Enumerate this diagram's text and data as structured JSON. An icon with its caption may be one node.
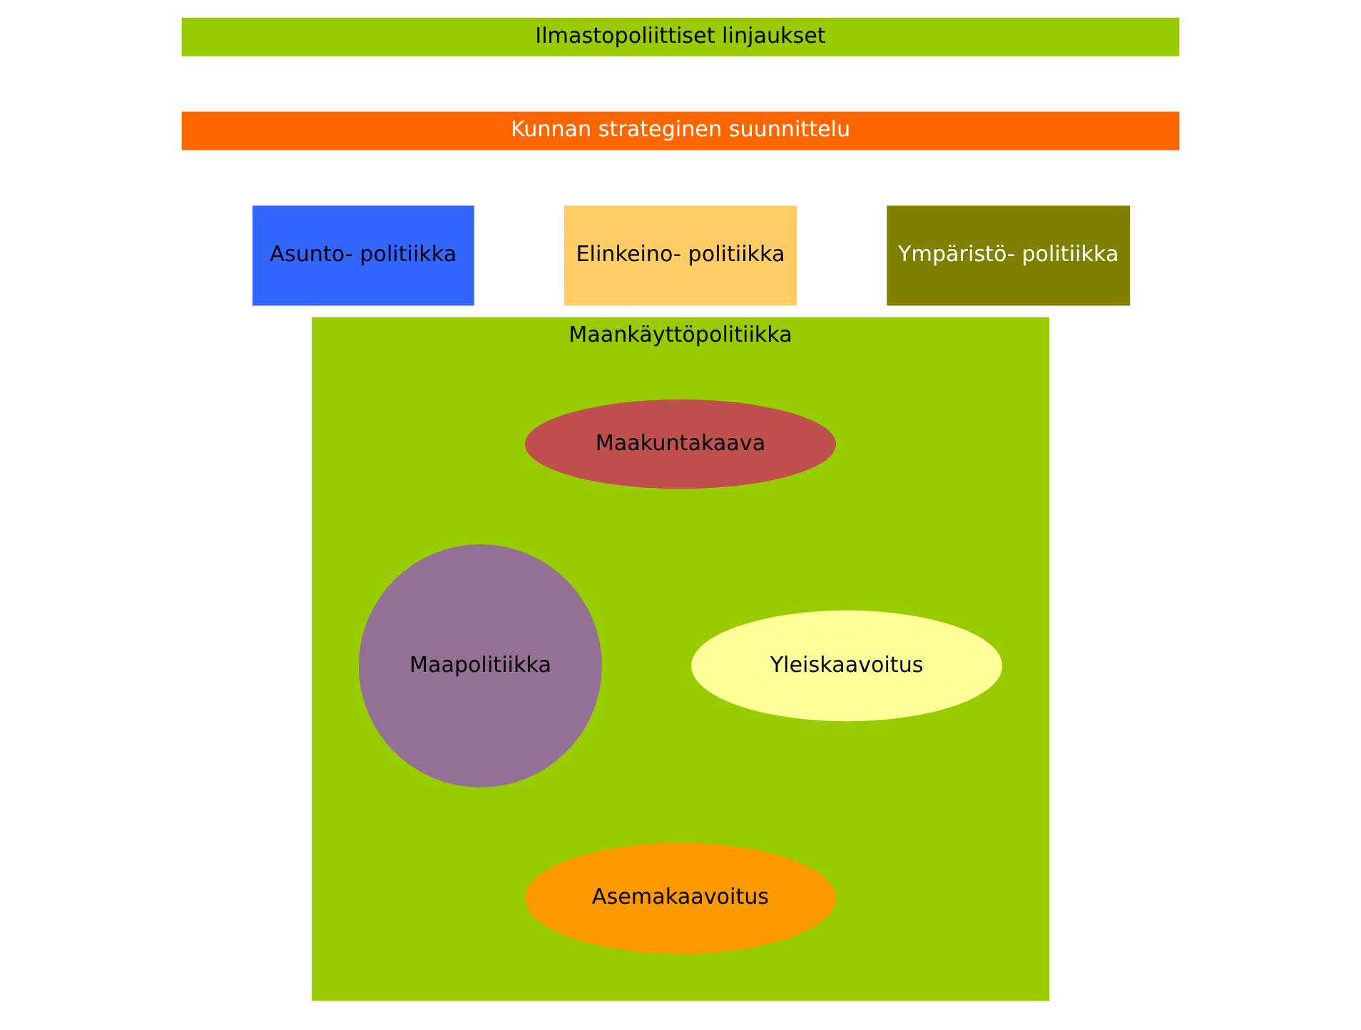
{
  "diagram": {
    "nodes": [
      {
        "text": [
          "Ilmastopoliittiset linjaukset"
        ]
      },
      {
        "text": [
          "Kunnan strateginen suunnittelu"
        ]
      },
      {
        "text": [
          "Asunto- politiikka"
        ]
      },
      {
        "text": [
          "Elinkeino- politiikka"
        ]
      },
      {
        "text": [
          "Ympäristö- politiikka"
        ]
      },
      {
        "text": [
          "Maankäyttöpolitiikka"
        ]
      },
      {
        "text": [
          "Maakuntakaava"
        ],
        "in": 5
      },
      {
        "text": [
          "Maapolitiikka"
        ],
        "in": 5
      },
      {
        "text": [
          "Yleiskaavoitus"
        ],
        "in": 5
      },
      {
        "text": [
          "Asemakaavoitus"
        ],
        "in": 5
      }
    ]
  }
}
